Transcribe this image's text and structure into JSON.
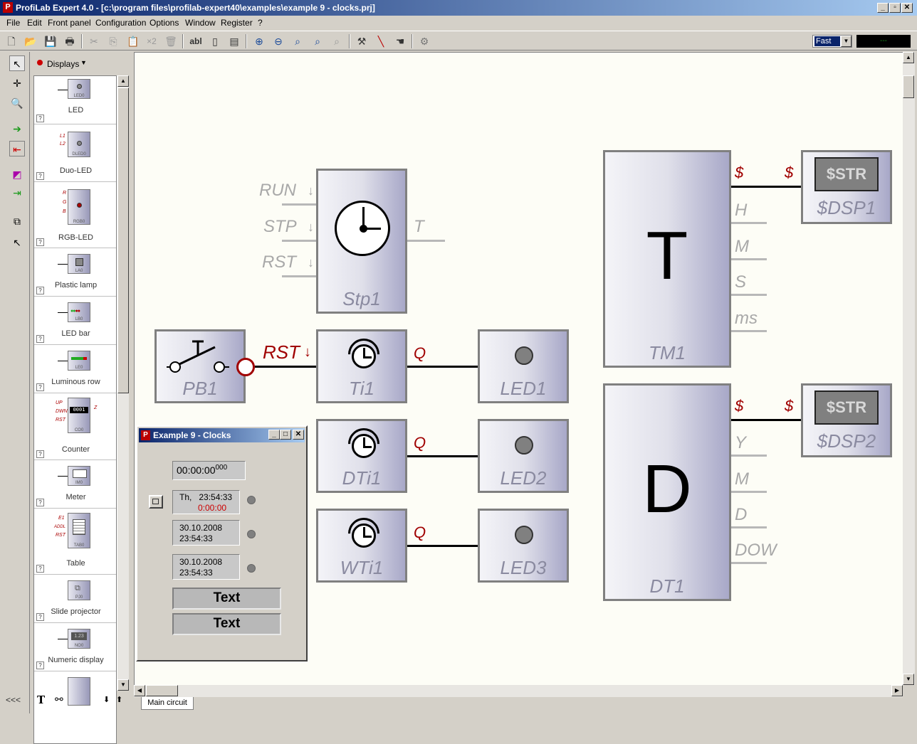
{
  "window": {
    "title": "ProfiLab Expert 4.0 - [c:\\program files\\profilab-expert40\\examples\\example 9 - clocks.prj]",
    "app_icon": "P"
  },
  "menu": [
    "File",
    "Edit",
    "Front panel",
    "Configuration",
    "Options",
    "Window",
    "Register",
    "?"
  ],
  "toolbar": {
    "zoom_text": "×2",
    "label_text": "abl",
    "speed": "Fast",
    "status": "---"
  },
  "palette": {
    "category": "Displays",
    "items": [
      {
        "label": "LED",
        "icon_text": "LED0"
      },
      {
        "label": "Duo-LED",
        "icon_text": "DLED0",
        "pins": [
          "L1",
          "L2"
        ]
      },
      {
        "label": "RGB-LED",
        "icon_text": "RGB0",
        "pins": [
          "R",
          "G",
          "B"
        ]
      },
      {
        "label": "Plastic lamp",
        "icon_text": "LA0"
      },
      {
        "label": "LED bar",
        "icon_text": "LB0"
      },
      {
        "label": "Luminous row",
        "icon_text": "LE0"
      },
      {
        "label": "Counter",
        "icon_text": "CO0",
        "pins": [
          "UP",
          "DWN",
          "RST"
        ],
        "display": "0001",
        "out": "Z"
      },
      {
        "label": "Meter",
        "icon_text": "IM0"
      },
      {
        "label": "Table",
        "icon_text": "TAB0",
        "pins": [
          "E1",
          "ADDL",
          "RST"
        ]
      },
      {
        "label": "Slide projector",
        "icon_text": "PJ0"
      },
      {
        "label": "Numeric display",
        "icon_text": "NO0",
        "display": "1.23"
      }
    ],
    "help_glyph": "?",
    "collapse_text": "<<<",
    "bottom_tools": [
      "T",
      "binoculars"
    ]
  },
  "circuit": {
    "tab": "Main circuit",
    "stp1": {
      "name": "Stp1",
      "inputs": [
        "RUN",
        "STP",
        "RST"
      ],
      "output": "T"
    },
    "pb1": {
      "name": "PB1"
    },
    "ti1": {
      "name": "Ti1",
      "input": "RST",
      "output": "Q"
    },
    "dti1": {
      "name": "DTi1",
      "output": "Q"
    },
    "wti1": {
      "name": "WTi1",
      "output": "Q"
    },
    "led1": {
      "name": "LED1"
    },
    "led2": {
      "name": "LED2"
    },
    "led3": {
      "name": "LED3"
    },
    "tm1": {
      "name": "TM1",
      "letter": "T",
      "outputs": [
        "$",
        "H",
        "M",
        "S",
        "ms"
      ]
    },
    "dt1": {
      "name": "DT1",
      "letter": "D",
      "outputs": [
        "$",
        "Y",
        "M",
        "D",
        "DOW"
      ]
    },
    "dsp1": {
      "name": "$DSP1",
      "input": "$",
      "label": "$STR"
    },
    "dsp2": {
      "name": "$DSP2",
      "input": "$",
      "label": "$STR"
    }
  },
  "front_panel": {
    "title": "Example 9 - Clocks",
    "stopwatch": "00:00:00",
    "stopwatch_ms": "000",
    "timer_line1": "Th,   23:54:33",
    "timer_line2": "0:00:00",
    "date1": "30.10.2008",
    "time1": "23:54:33",
    "date2": "30.10.2008",
    "time2": "23:54:33",
    "text1": "Text",
    "text2": "Text"
  },
  "colors": {
    "title_start": "#0a246a",
    "title_end": "#a6caf0",
    "signal_red": "#a00000",
    "canvas": "#fdfdf6"
  }
}
